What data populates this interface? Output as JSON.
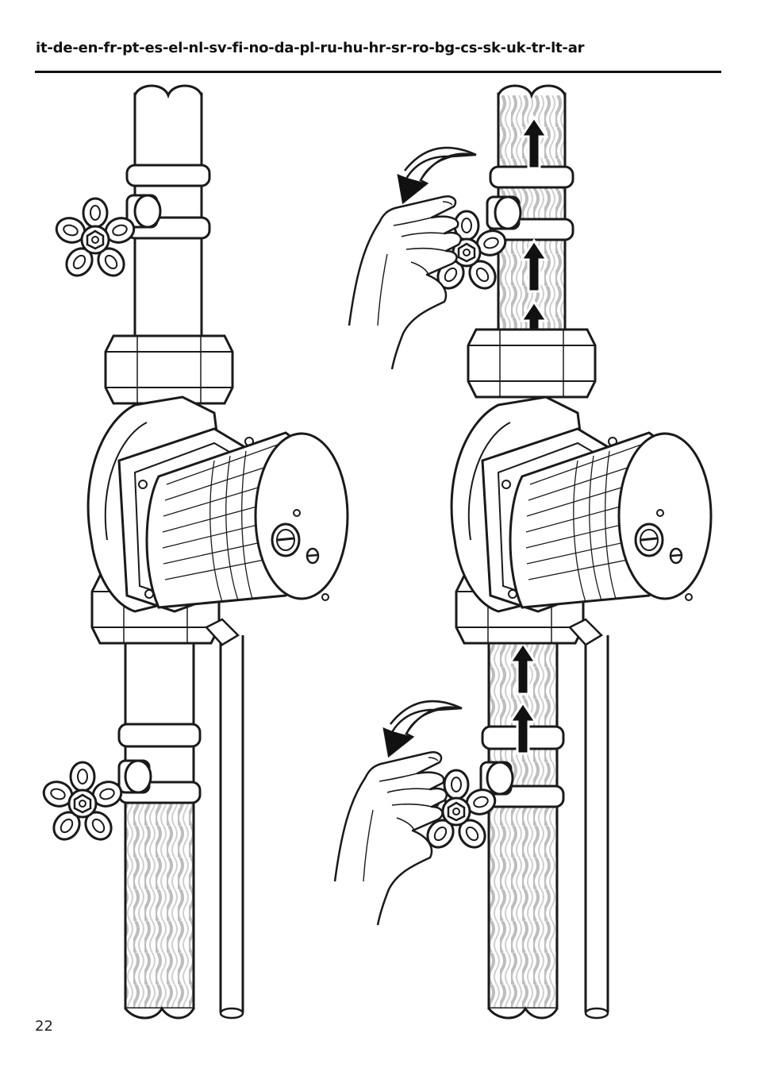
{
  "header": {
    "language_codes": "it-de-en-fr-pt-es-el-nl-sv-fi-no-da-pl-ru-hu-hr-sr-ro-bg-cs-sk-uk-tr-lt-ar"
  },
  "footer": {
    "page_number": "22"
  },
  "illustration": {
    "left_assembly": {
      "upper_valve": "handwheel",
      "lower_valve": "handwheel",
      "water_shown_in": "lower pipe"
    },
    "right_assembly": {
      "upper_valve": "handwheel, turned by hand",
      "lower_valve": "handwheel, turned by hand",
      "water_shown_in": "upper and lower pipe",
      "flow_direction": "up"
    },
    "icons": [
      "hand-icon",
      "rotate-arrow-icon",
      "flow-arrow-icon",
      "handwheel-valve-icon",
      "circulator-pump-icon"
    ],
    "line_color": "#1a1a1a",
    "water_tint": "#bdbdbd"
  }
}
